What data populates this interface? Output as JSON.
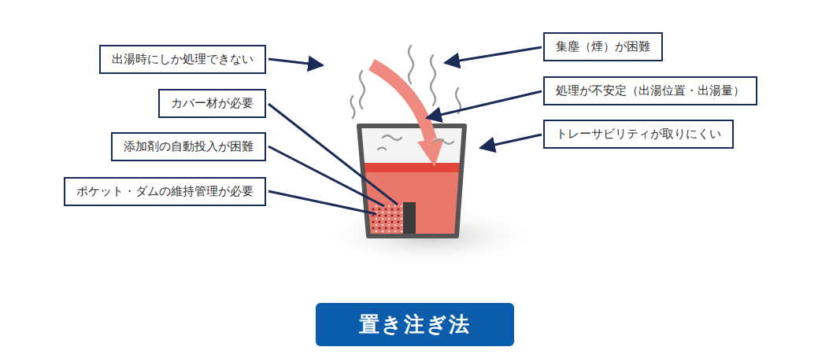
{
  "diagram": {
    "title": "置き注ぎ法",
    "nodes": [
      {
        "text": [
          "出湯時にしか処理できない"
        ]
      },
      {
        "text": [
          "カバー材が必要"
        ]
      },
      {
        "text": [
          "添加剤の自動投入が困難"
        ]
      },
      {
        "text": [
          "ポケット・ダムの維持管理が必要"
        ]
      },
      {
        "text": [
          "集塵（煙）が困難"
        ]
      },
      {
        "text": [
          "処理が不安定（出湯位置・出湯量）"
        ]
      },
      {
        "text": [
          "トレーサビリティが取りにくい"
        ]
      }
    ]
  }
}
